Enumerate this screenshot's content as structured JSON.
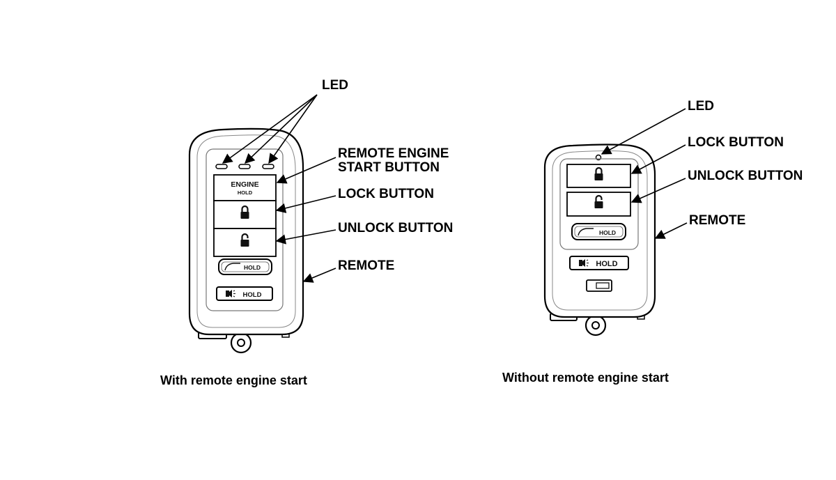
{
  "remote_with_engine_start": {
    "caption": "With remote engine start",
    "labels": {
      "led": "LED",
      "remote_engine_start_line1": "REMOTE ENGINE",
      "remote_engine_start_line2": "START BUTTON",
      "lock_button": "LOCK BUTTON",
      "unlock_button": "UNLOCK BUTTON",
      "remote": "REMOTE"
    },
    "buttons": {
      "engine_line1": "ENGINE",
      "engine_line2": "HOLD",
      "hatch_hold": "HOLD",
      "panic_hold": "HOLD"
    },
    "icons": [
      "lock-icon",
      "unlock-icon",
      "hatch-icon",
      "panic-horn-icon"
    ]
  },
  "remote_without_engine_start": {
    "caption": "Without remote engine start",
    "labels": {
      "led": "LED",
      "lock_button": "LOCK BUTTON",
      "unlock_button": "UNLOCK BUTTON",
      "remote": "REMOTE"
    },
    "buttons": {
      "hatch_hold": "HOLD",
      "panic_hold": "HOLD"
    },
    "icons": [
      "lock-icon",
      "unlock-icon",
      "hatch-icon",
      "panic-horn-icon"
    ]
  }
}
